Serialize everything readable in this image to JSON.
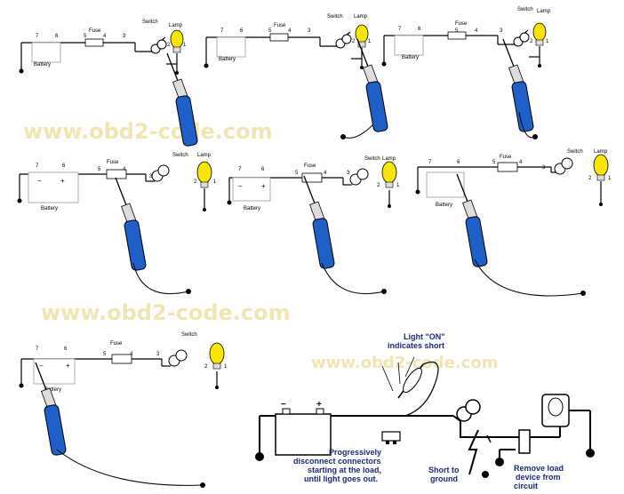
{
  "watermark": "www.obd2-code.com",
  "panel_labels": {
    "battery": "Battery",
    "fuse": "Fuse",
    "switch": "Switch",
    "lamp": "Lamp",
    "wire_7": "7",
    "wire_6": "6",
    "wire_5": "5",
    "wire_4": "4",
    "wire_3": "3",
    "wire_2": "2",
    "wire_1": "1",
    "minus": "−",
    "plus": "+"
  },
  "final_diagram": {
    "light_on_line1": "Light \"ON\"",
    "light_on_line2": "indicates short",
    "progressive_line1": "Progressively",
    "progressive_line2": "disconnect connectors",
    "progressive_line3": "starting at the load,",
    "progressive_line4": "until light goes out.",
    "short_line1": "Short to",
    "short_line2": "ground",
    "remove_line1": "Remove load",
    "remove_line2": "device from",
    "remove_line3": "circuit",
    "minus": "−",
    "plus": "+"
  },
  "colors": {
    "watermark": "#efe6b2",
    "lamp_yellow": "#f7e600",
    "probe_blue": "#1e5fc8",
    "callout_blue": "#1a2a7a"
  }
}
